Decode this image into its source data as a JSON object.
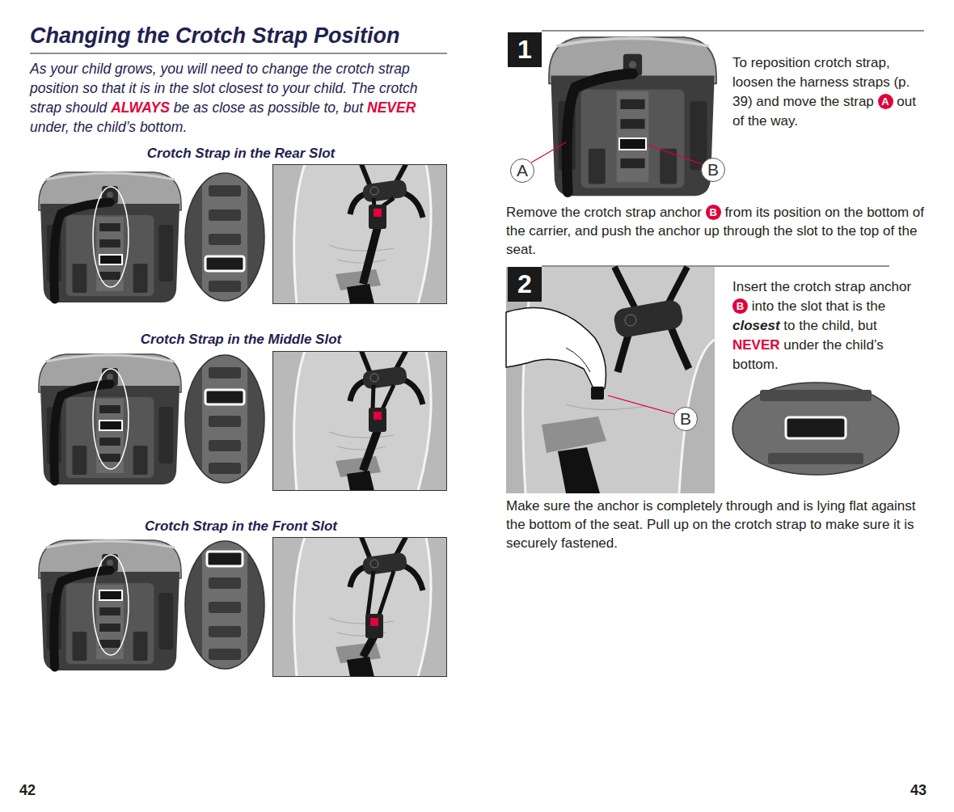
{
  "diagram": {
    "title": "Changing the Crotch Strap Position",
    "nodes": [
      {
        "text": [
          "1"
        ]
      },
      {
        "text": [
          "2"
        ]
      }
    ],
    "labels": [
      "As your child grows, you will need to change the crotch strap position so that it is in the slot closest to your child. The crotch strap should",
      "ALWAYS",
      "be as close as possible to, but",
      "NEVER",
      "under, the child’s bottom.",
      "Crotch Strap in the Rear Slot",
      "Crotch Strap in the Middle Slot",
      "Crotch Strap in the Front Slot",
      "To reposition crotch strap, loosen the harness straps (p. 39) and move the strap",
      "A",
      "out of the way.",
      "A",
      "B",
      "Remove the crotch strap anchor",
      "B",
      "from its position on the bottom of the carrier, and push the anchor up through the slot to the top of the seat.",
      "Insert the crotch strap anchor",
      "B",
      "into the slot that is the",
      "closest",
      "to the child, but",
      "NEVER",
      "under the child’s bottom.",
      "B",
      "Make sure the anchor is completely through and is lying flat against the bottom of the seat. Pull up on the crotch strap to make sure it is securely fastened.",
      "42",
      "43"
    ]
  }
}
